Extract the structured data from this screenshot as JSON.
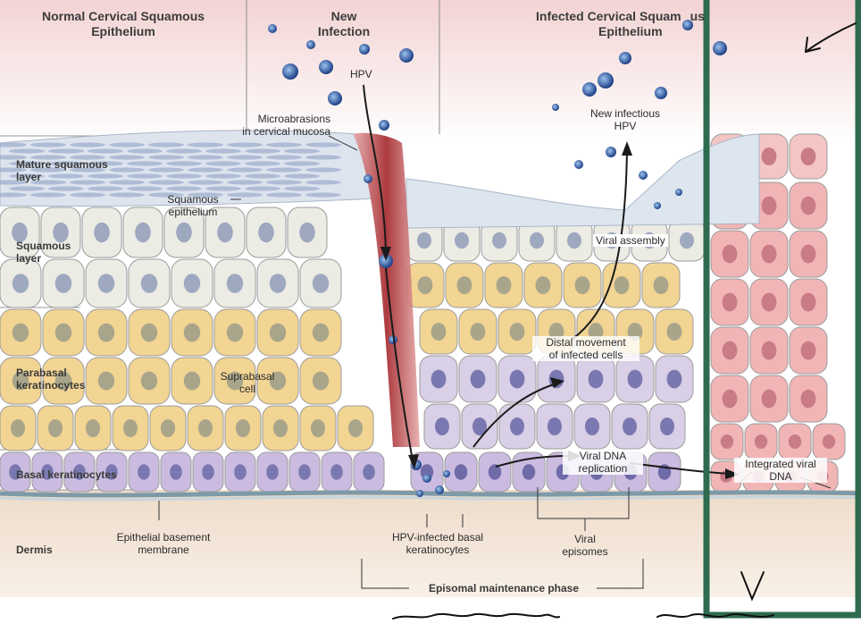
{
  "headers": {
    "normal": [
      "Normal Cervical Squamous",
      "Epithelium"
    ],
    "new_infection": [
      "New",
      "Infection"
    ],
    "infected": [
      "Infected Cervical Squam",
      "us",
      "Epithelium"
    ]
  },
  "layers": {
    "mature": [
      "Mature squamous",
      "layer"
    ],
    "squamous": [
      "Squamous",
      "layer"
    ],
    "parabasal": [
      "Parabasal",
      "keratinocytes"
    ],
    "basal": "Basal keratinocytes",
    "dermis": "Dermis"
  },
  "annotations": {
    "hpv": "HPV",
    "microabrasions": [
      "Microabrasions",
      "in cervical mucosa"
    ],
    "squamous_epithelium": [
      "Squamous",
      "epithelium"
    ],
    "suprabasal": [
      "Suprabasal",
      "cell"
    ],
    "new_infectious": [
      "New infectious",
      "HPV"
    ],
    "viral_assembly": "Viral assembly",
    "distal_movement": [
      "Distal movement",
      "of infected cells"
    ],
    "viral_dna_replication": [
      "Viral DNA",
      "replication"
    ],
    "integrated_viral_dna": [
      "Integrated viral",
      "DNA"
    ],
    "basement_membrane": [
      "Epithelial basement",
      "membrane"
    ],
    "hpv_infected_basal": [
      "HPV-infected basal",
      "keratinocytes"
    ],
    "viral_episomes": [
      "Viral",
      "episomes"
    ],
    "episomal_phase": "Episomal maintenance phase"
  },
  "colors": {
    "normal_cell": "#ecebe4",
    "parabasal_cell": "#f2d493",
    "basal_cell": "#cbbbe0",
    "infected_cell": "#d9cfe6",
    "mature_cell": "#dbe2ec",
    "neoplastic_cell": "#f1b5b6",
    "annotation_box": "#2e6b4f",
    "virion": "#2f5a9c"
  }
}
